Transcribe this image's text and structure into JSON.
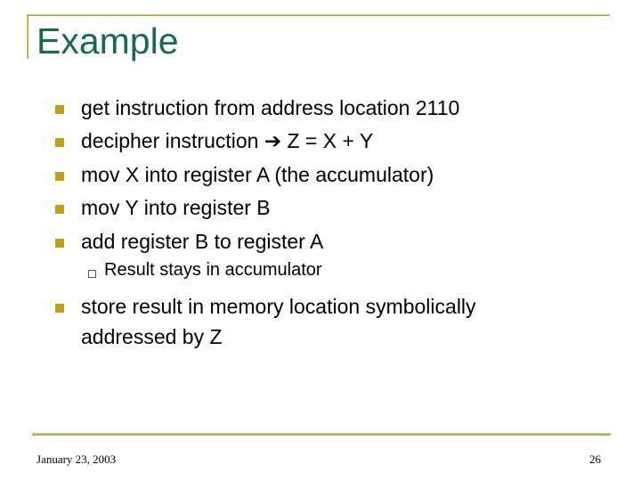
{
  "slide": {
    "title": "Example",
    "bullets": [
      {
        "level": 1,
        "text": "get instruction from address location 2110"
      },
      {
        "level": 1,
        "text": "decipher instruction ➔ Z = X + Y"
      },
      {
        "level": 1,
        "text": "mov X into register A (the accumulator)"
      },
      {
        "level": 1,
        "text": "mov Y into register B"
      },
      {
        "level": 1,
        "text": "add register B to register A"
      },
      {
        "level": 2,
        "text": "Result stays in accumulator"
      },
      {
        "level": 1,
        "text": "store result in memory location symbolically addressed by Z"
      }
    ],
    "footer": {
      "date": "January 23, 2003",
      "page_number": "26"
    },
    "colors": {
      "title_green": "#186a4d",
      "accent_gold": "#b3a43e",
      "bullet_gold": "#c69d18",
      "sub_bullet_green": "#485e49",
      "body_text": "#000000"
    }
  }
}
